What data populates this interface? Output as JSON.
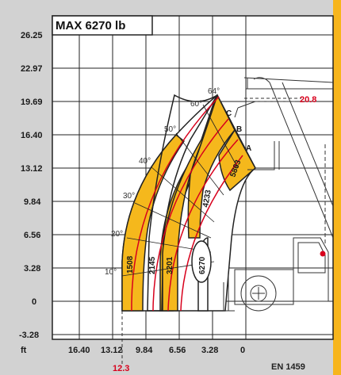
{
  "chart_data": {
    "type": "load-chart",
    "title": "MAX 6270 lb",
    "xlabel": "ft",
    "x_ticks": [
      "16.40",
      "13.12",
      "9.84",
      "6.56",
      "3.28",
      "0"
    ],
    "y_ticks": [
      "26.25",
      "22.97",
      "19.69",
      "16.40",
      "13.12",
      "9.84",
      "6.56",
      "3.28",
      "0",
      "-3.28"
    ],
    "angles": [
      "10°",
      "20°",
      "30°",
      "40°",
      "50°",
      "60°",
      "64°"
    ],
    "extensions": [
      "A",
      "B",
      "C"
    ],
    "zones": [
      {
        "capacity": "1508"
      },
      {
        "capacity": "2145"
      },
      {
        "capacity": "3201"
      },
      {
        "capacity": "4233"
      },
      {
        "capacity": "5863"
      },
      {
        "capacity": "6270"
      }
    ],
    "max_height": "20.8",
    "max_reach": "12.3",
    "standard": "EN 1459"
  },
  "colors": {
    "zone_fill": "#f5b81c",
    "zone_gap": "#ffffff",
    "red_line": "#d8001c",
    "right_strip": "#f7b51c",
    "grid": "#222222"
  }
}
